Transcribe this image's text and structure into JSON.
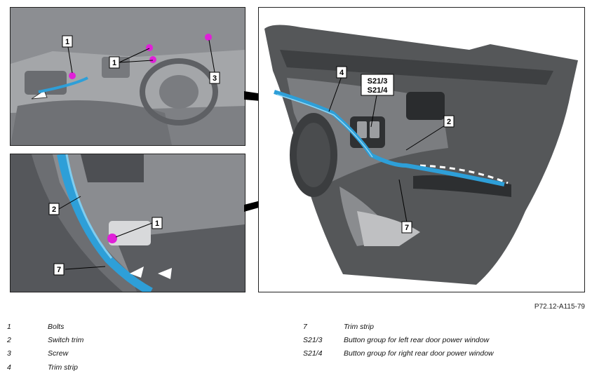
{
  "figure_code": "P72.12-A115-79",
  "callouts": {
    "inset_top": [
      "1",
      "1",
      "3"
    ],
    "inset_bottom": [
      "2",
      "1",
      "7"
    ],
    "main": [
      "4",
      "S21/3",
      "S21/4",
      "2",
      "7"
    ]
  },
  "legend_left": [
    {
      "num": "1",
      "label": "Bolts"
    },
    {
      "num": "2",
      "label": "Switch trim"
    },
    {
      "num": "3",
      "label": "Screw"
    },
    {
      "num": "4",
      "label": "Trim strip"
    }
  ],
  "legend_right": [
    {
      "num": "7",
      "label": "Trim strip"
    },
    {
      "num": "S21/3",
      "label": "Button group for left rear door power window"
    },
    {
      "num": "S21/4",
      "label": "Button group for right rear door power window"
    }
  ],
  "colors": {
    "highlight_blue": "#2e9fd8",
    "bolt_magenta": "#e020d8",
    "panel_grey": "#8e9094"
  }
}
